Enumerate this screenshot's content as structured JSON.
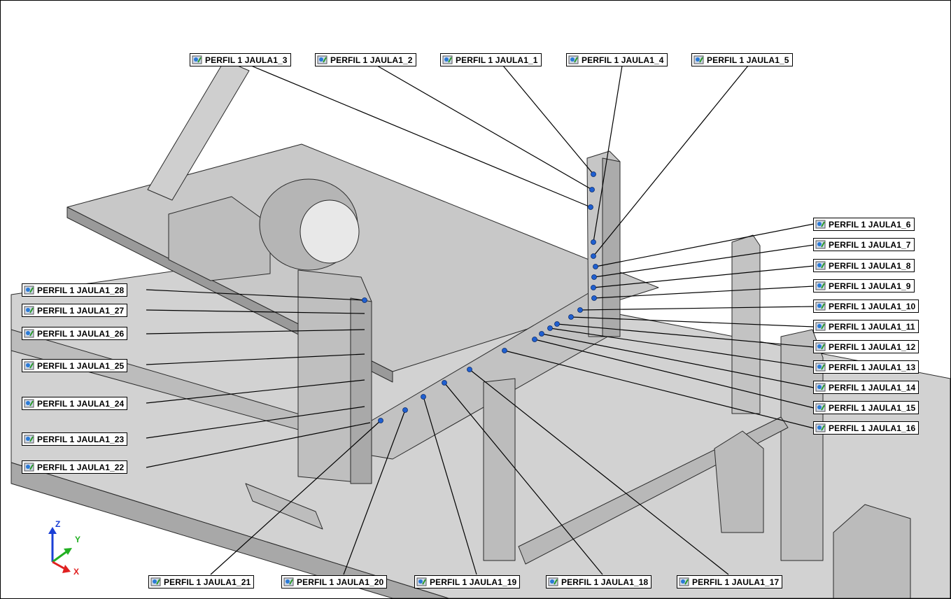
{
  "model": {
    "colors": {
      "part_fill": "#c4c4c4",
      "part_edge": "#2a2a2a",
      "plate": "#d2d2d2",
      "point": "#1f5fd0"
    }
  },
  "callouts": [
    {
      "id": "c3",
      "label": "PERFIL 1 JAULA1_3"
    },
    {
      "id": "c2",
      "label": "PERFIL 1 JAULA1_2"
    },
    {
      "id": "c1",
      "label": "PERFIL 1 JAULA1_1"
    },
    {
      "id": "c4",
      "label": "PERFIL 1 JAULA1_4"
    },
    {
      "id": "c5",
      "label": "PERFIL 1 JAULA1_5"
    },
    {
      "id": "c6",
      "label": "PERFIL 1 JAULA1_6"
    },
    {
      "id": "c7",
      "label": "PERFIL 1 JAULA1_7"
    },
    {
      "id": "c8",
      "label": "PERFIL 1 JAULA1_8"
    },
    {
      "id": "c9",
      "label": "PERFIL 1 JAULA1_9"
    },
    {
      "id": "c10",
      "label": "PERFIL 1 JAULA1_10"
    },
    {
      "id": "c11",
      "label": "PERFIL 1 JAULA1_11"
    },
    {
      "id": "c12",
      "label": "PERFIL 1 JAULA1_12"
    },
    {
      "id": "c13",
      "label": "PERFIL 1 JAULA1_13"
    },
    {
      "id": "c14",
      "label": "PERFIL 1 JAULA1_14"
    },
    {
      "id": "c15",
      "label": "PERFIL 1 JAULA1_15"
    },
    {
      "id": "c16",
      "label": "PERFIL 1 JAULA1_16"
    },
    {
      "id": "c28",
      "label": "PERFIL 1 JAULA1_28"
    },
    {
      "id": "c27",
      "label": "PERFIL 1 JAULA1_27"
    },
    {
      "id": "c26",
      "label": "PERFIL 1 JAULA1_26"
    },
    {
      "id": "c25",
      "label": "PERFIL 1 JAULA1_25"
    },
    {
      "id": "c24",
      "label": "PERFIL 1 JAULA1_24"
    },
    {
      "id": "c23",
      "label": "PERFIL 1 JAULA1_23"
    },
    {
      "id": "c22",
      "label": "PERFIL 1 JAULA1_22"
    },
    {
      "id": "c21",
      "label": "PERFIL 1 JAULA1_21"
    },
    {
      "id": "c20",
      "label": "PERFIL 1 JAULA1_20"
    },
    {
      "id": "c19",
      "label": "PERFIL 1 JAULA1_19"
    },
    {
      "id": "c18",
      "label": "PERFIL 1 JAULA1_18"
    },
    {
      "id": "c17",
      "label": "PERFIL 1 JAULA1_17"
    }
  ],
  "triad": {
    "z_label": "Z",
    "y_label": "Y",
    "x_label": "X",
    "z_color": "#1a3fd6",
    "y_color": "#22b022",
    "x_color": "#e02020"
  }
}
